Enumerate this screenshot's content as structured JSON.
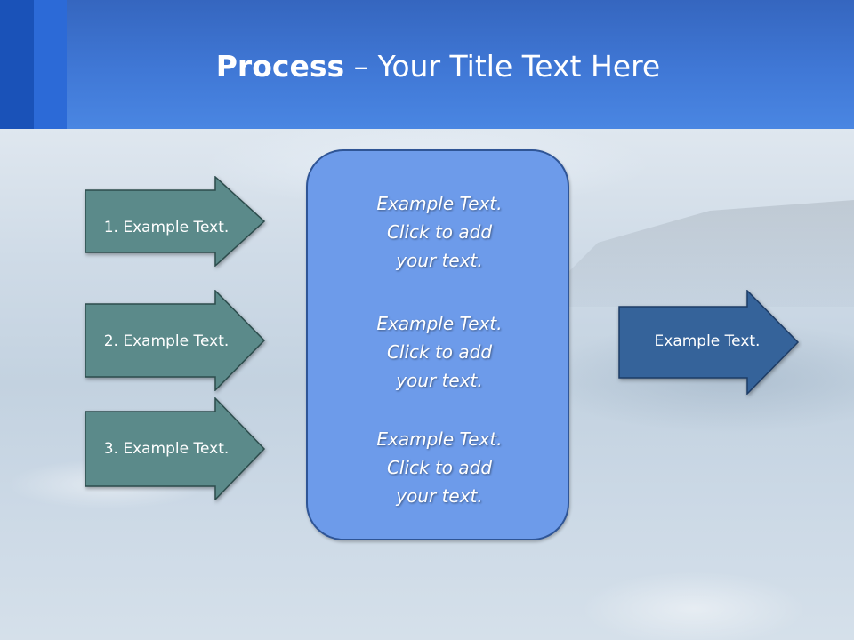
{
  "title": {
    "bold": "Process",
    "rest": " – Your Title Text Here"
  },
  "left_arrows": [
    {
      "label": "1. Example Text."
    },
    {
      "label": "2. Example Text."
    },
    {
      "label": "3. Example Text."
    }
  ],
  "center_box": {
    "paragraphs": [
      "Example Text.\nClick  to add\nyour text.",
      "Example Text.\nClick  to add\nyour text.",
      "Example Text.\nClick  to add\nyour text."
    ]
  },
  "right_arrow": {
    "label": "Example Text."
  },
  "colors": {
    "header": "#4078d6",
    "left_arrow_fill": "#5b8a8a",
    "right_arrow_fill": "#35639a",
    "center_box_fill": "#6d9bea"
  }
}
